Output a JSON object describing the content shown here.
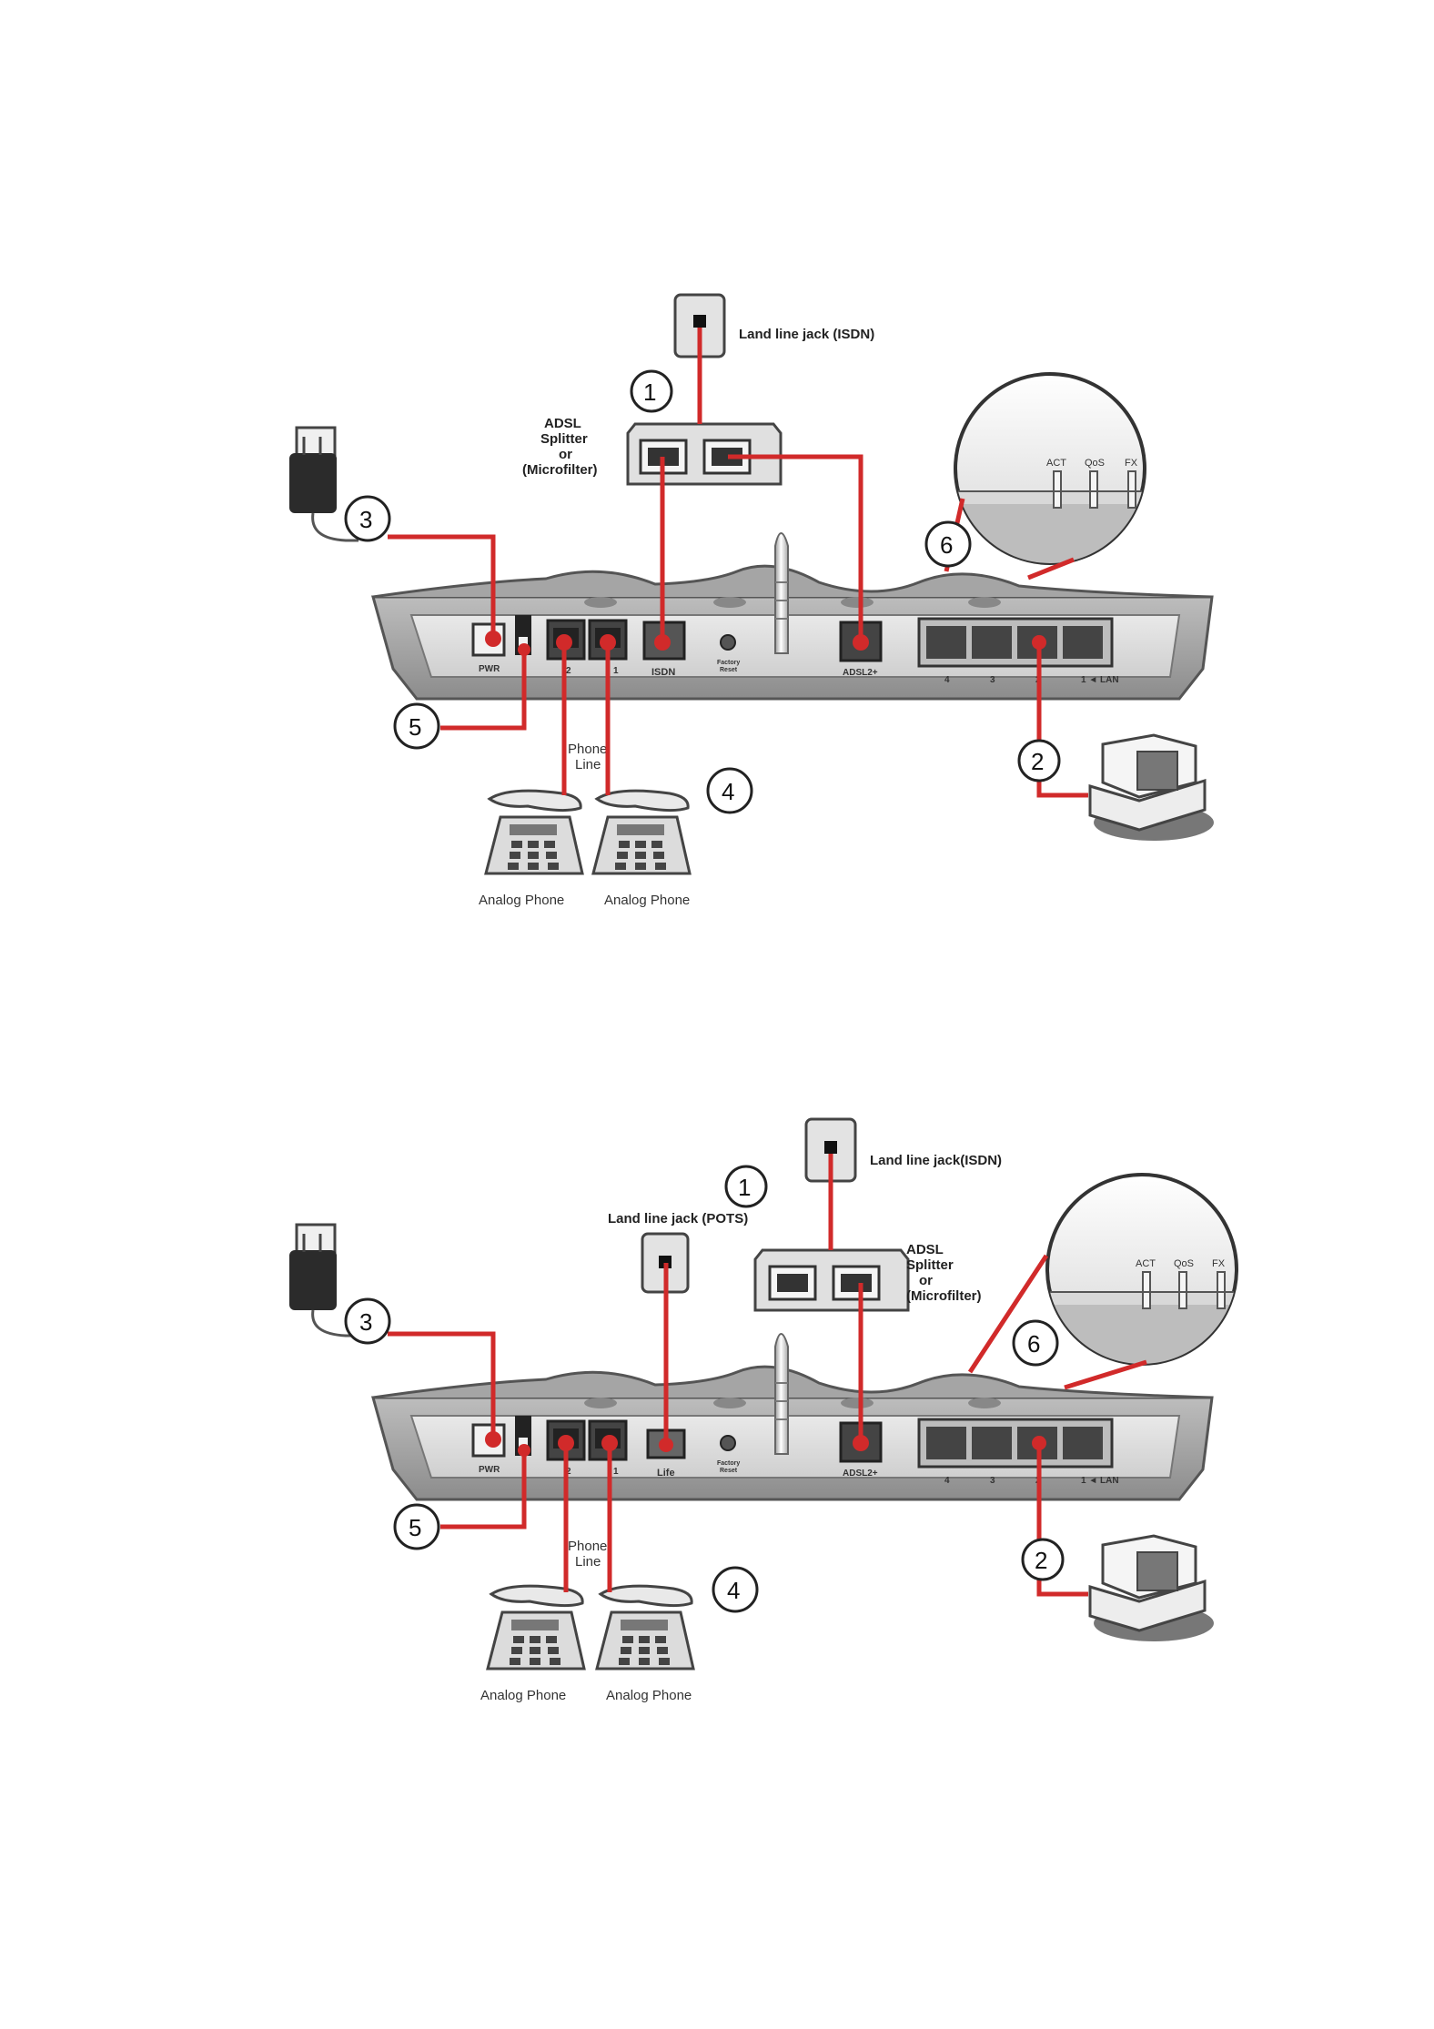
{
  "diagrams": [
    {
      "land_line_isdn": "Land line jack (ISDN)",
      "land_line_pots": "",
      "splitter_label": [
        "ADSL",
        "Splitter",
        "or",
        "(Microfilter)"
      ],
      "phone_line": [
        "Phone",
        "Line"
      ],
      "phones": [
        "Analog Phone",
        "Analog Phone"
      ],
      "callouts": [
        "1",
        "2",
        "3",
        "4",
        "5",
        "6"
      ],
      "ports": {
        "pwr": "PWR",
        "phone2": "2",
        "phone1": "1",
        "line": "ISDN",
        "factory": [
          "Factory",
          "Reset"
        ],
        "adsl": "ADSL2+",
        "lan": [
          "4",
          "3",
          "2",
          "1 ◄ LAN"
        ]
      },
      "leds": [
        "ACT",
        "QoS",
        "FX"
      ]
    },
    {
      "land_line_isdn": "Land line jack(ISDN)",
      "land_line_pots": "Land line jack (POTS)",
      "splitter_label": [
        "ADSL",
        "Splitter",
        "or",
        "(Microfilter)"
      ],
      "phone_line": [
        "Phone",
        "Line"
      ],
      "phones": [
        "Analog Phone",
        "Analog Phone"
      ],
      "callouts": [
        "1",
        "2",
        "3",
        "4",
        "5",
        "6"
      ],
      "ports": {
        "pwr": "PWR",
        "phone2": "2",
        "phone1": "1",
        "line": "Life",
        "factory": [
          "Factory",
          "Reset"
        ],
        "adsl": "ADSL2+",
        "lan": [
          "4",
          "3",
          "2",
          "1 ◄ LAN"
        ]
      },
      "leds": [
        "ACT",
        "QoS",
        "FX"
      ]
    }
  ]
}
